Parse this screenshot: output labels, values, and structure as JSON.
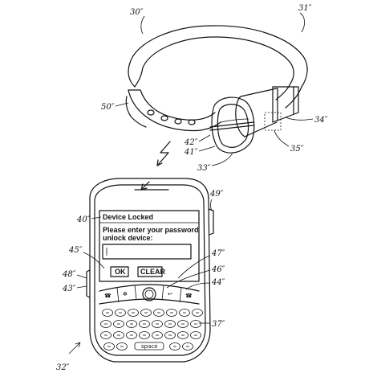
{
  "figure": {
    "reference_labels": {
      "r30": "30″",
      "r31": "31″",
      "r50": "50″",
      "r34": "34″",
      "r35": "35″",
      "r42": "42″",
      "r41": "41″",
      "r33": "33″",
      "r49": "49″",
      "r40": "40″",
      "r45": "45″",
      "r47": "47″",
      "r48": "48″",
      "r46": "46″",
      "r43": "43″",
      "r44": "44″",
      "r37": "37″",
      "r32": "32″"
    },
    "screen": {
      "title": "Device Locked",
      "prompt_line1": "Please enter your password",
      "prompt_line2": "unlock device:",
      "password_value": "",
      "ok_label": "OK",
      "clear_label": "CLEAR"
    },
    "keyboard": {
      "space_label": "space"
    }
  }
}
